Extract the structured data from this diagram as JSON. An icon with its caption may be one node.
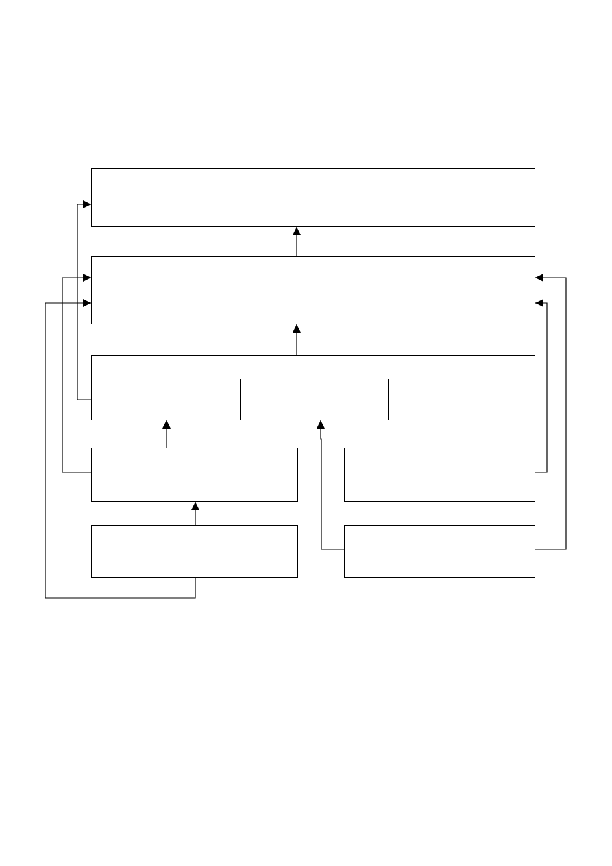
{
  "diagram": {
    "nodes": [
      {
        "text": [],
        "shape": "box"
      },
      {
        "text": [],
        "shape": "box"
      },
      {
        "text": [],
        "shape": "box"
      },
      {
        "text": [],
        "shape": "box"
      },
      {
        "text": [],
        "shape": "box"
      },
      {
        "text": [],
        "shape": "box"
      },
      {
        "text": [],
        "shape": "box"
      }
    ],
    "edges": [
      {
        "from": 1,
        "to": 0,
        "arrow": "to"
      },
      {
        "from": 2,
        "to": 1,
        "arrow": "to"
      },
      {
        "from": 2,
        "to": 0,
        "arrow": "to"
      },
      {
        "from": 3,
        "to": 1,
        "arrow": "to"
      },
      {
        "from": 5,
        "to": 1,
        "arrow": "to"
      },
      {
        "from": 3,
        "to": 2,
        "arrow": "to"
      },
      {
        "from": 5,
        "to": 3,
        "arrow": "to"
      },
      {
        "from": 6,
        "to": 2,
        "arrow": "to"
      },
      {
        "from": 4,
        "to": 1,
        "arrow": "to"
      },
      {
        "from": 6,
        "to": 1,
        "arrow": "to"
      }
    ]
  }
}
